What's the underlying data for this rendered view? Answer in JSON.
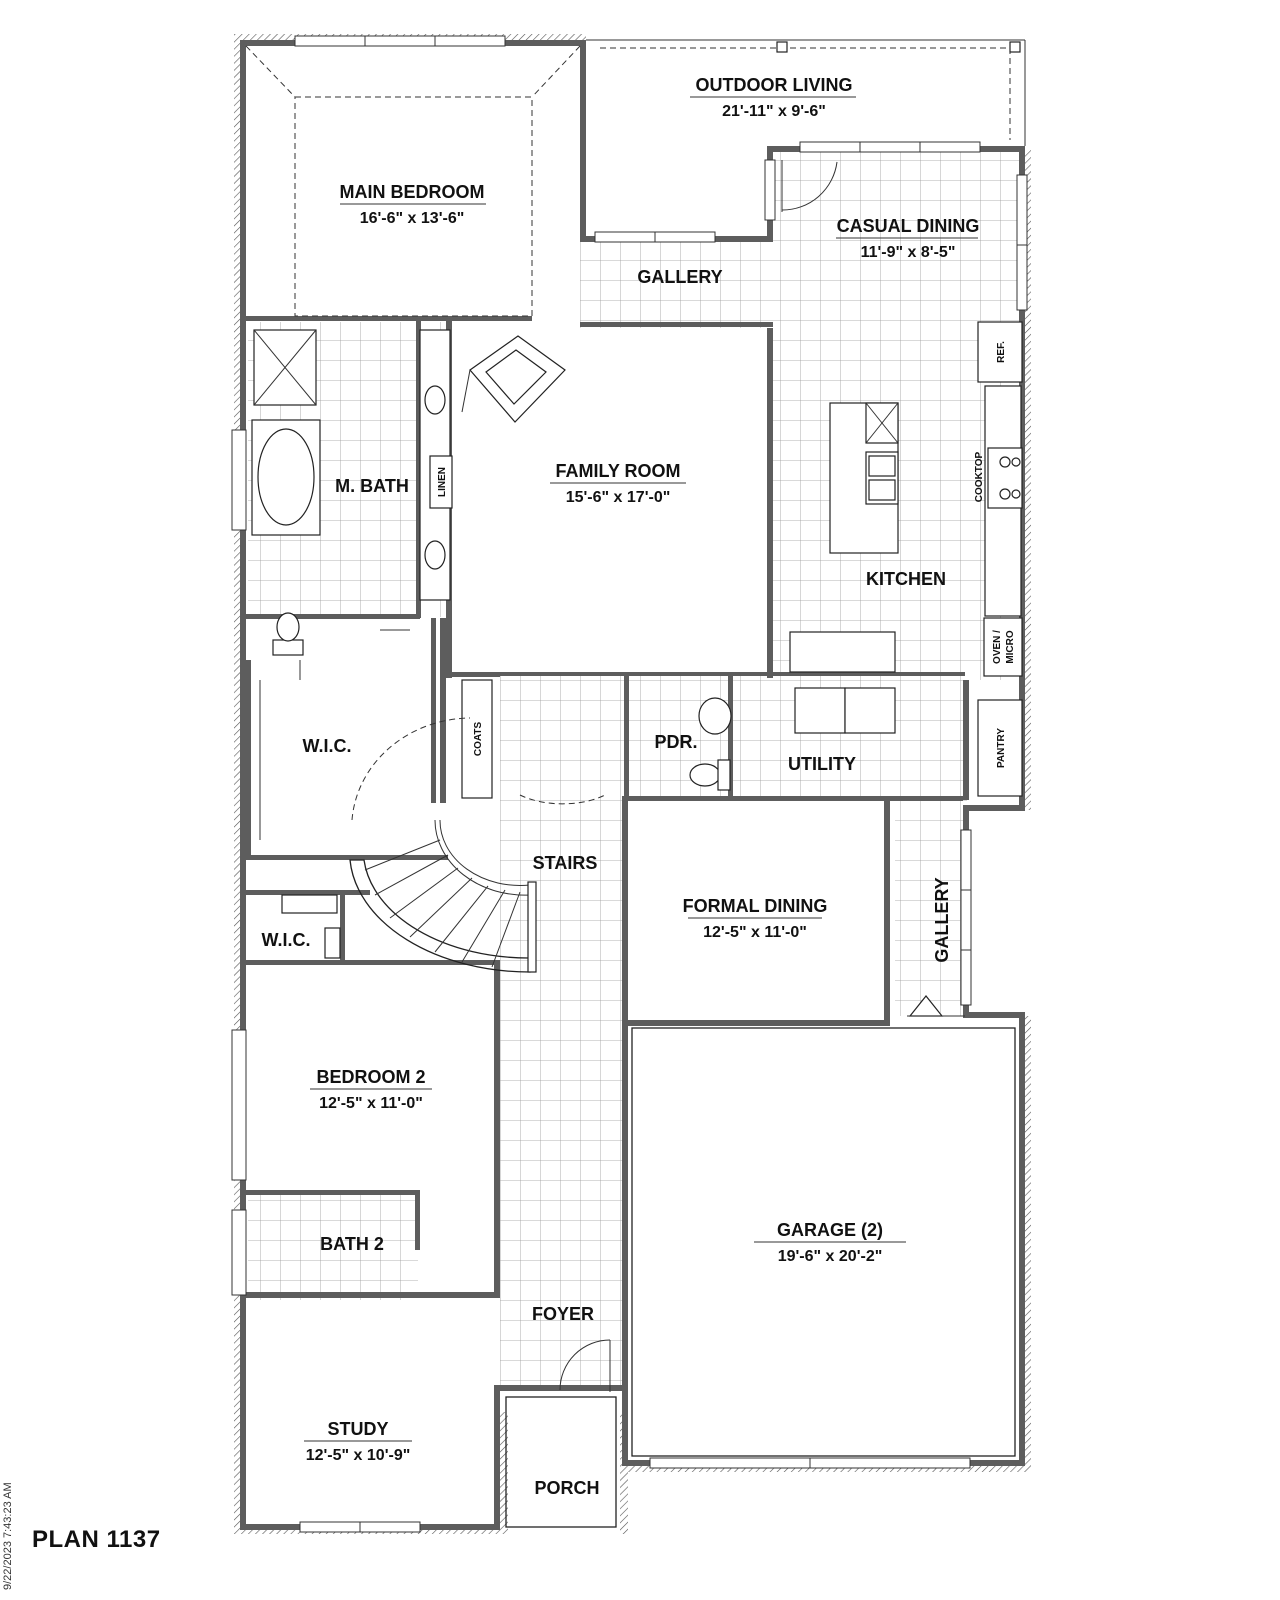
{
  "plan_title": "PLAN 1137",
  "print_stamp": "9/22/2023 7:43:23 AM",
  "rooms": {
    "outdoor_living": {
      "name": "OUTDOOR LIVING",
      "dims": "21'-11\" x 9'-6\""
    },
    "main_bedroom": {
      "name": "MAIN BEDROOM",
      "dims": "16'-6\" x 13'-6\""
    },
    "casual_dining": {
      "name": "CASUAL DINING",
      "dims": "11'-9\" x 8'-5\""
    },
    "gallery_top": {
      "name": "GALLERY"
    },
    "family_room": {
      "name": "FAMILY ROOM",
      "dims": "15'-6\" x 17'-0\""
    },
    "master_bath": {
      "name": "M. BATH"
    },
    "kitchen": {
      "name": "KITCHEN"
    },
    "wic_main": {
      "name": "W.I.C."
    },
    "powder": {
      "name": "PDR."
    },
    "utility": {
      "name": "UTILITY"
    },
    "stairs": {
      "name": "STAIRS"
    },
    "formal_dining": {
      "name": "FORMAL DINING",
      "dims": "12'-5\" x 11'-0\""
    },
    "gallery_side": {
      "name": "GALLERY"
    },
    "wic_small": {
      "name": "W.I.C."
    },
    "bedroom_2": {
      "name": "BEDROOM 2",
      "dims": "12'-5\" x 11'-0\""
    },
    "garage": {
      "name": "GARAGE (2)",
      "dims": "19'-6\" x 20'-2\""
    },
    "bath_2": {
      "name": "BATH 2"
    },
    "foyer": {
      "name": "FOYER"
    },
    "study": {
      "name": "STUDY",
      "dims": "12'-5\" x 10'-9\""
    },
    "porch": {
      "name": "PORCH"
    }
  },
  "fixtures": {
    "linen": "LINEN",
    "coats": "COATS",
    "ref": "REF.",
    "cooktop": "COOKTOP",
    "oven_line1": "OVEN /",
    "oven_line2": "MICRO",
    "pantry": "PANTRY"
  }
}
